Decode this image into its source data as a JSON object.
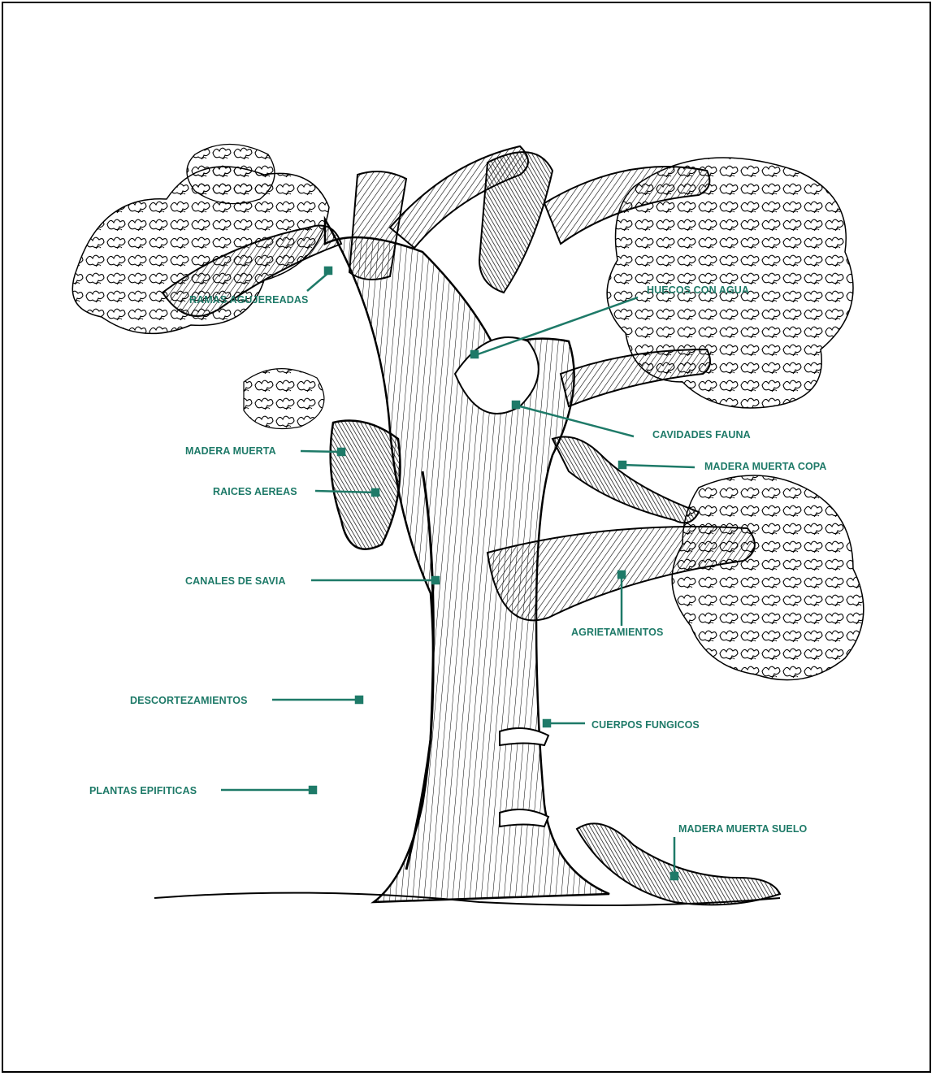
{
  "accent_color": "#1e7a68",
  "labels": {
    "ramas_agujereadas": "RAMAS AGUJEREADAS",
    "huecos_con_agua": "HUECOS CON AGUA",
    "cavidades_fauna": "CAVIDADES FAUNA",
    "madera_muerta": "MADERA MUERTA",
    "madera_muerta_copa": "MADERA MUERTA COPA",
    "raices_aereas": "RAICES AEREAS",
    "canales_de_savia": "CANALES DE SAVIA",
    "agrietamientos": "AGRIETAMIENTOS",
    "descortezamientos": "DESCORTEZAMIENTOS",
    "cuerpos_fungicos": "CUERPOS FUNGICOS",
    "plantas_epifiticas": "PLANTAS EPIFITICAS",
    "madera_muerta_suelo": "MADERA MUERTA SUELO"
  }
}
